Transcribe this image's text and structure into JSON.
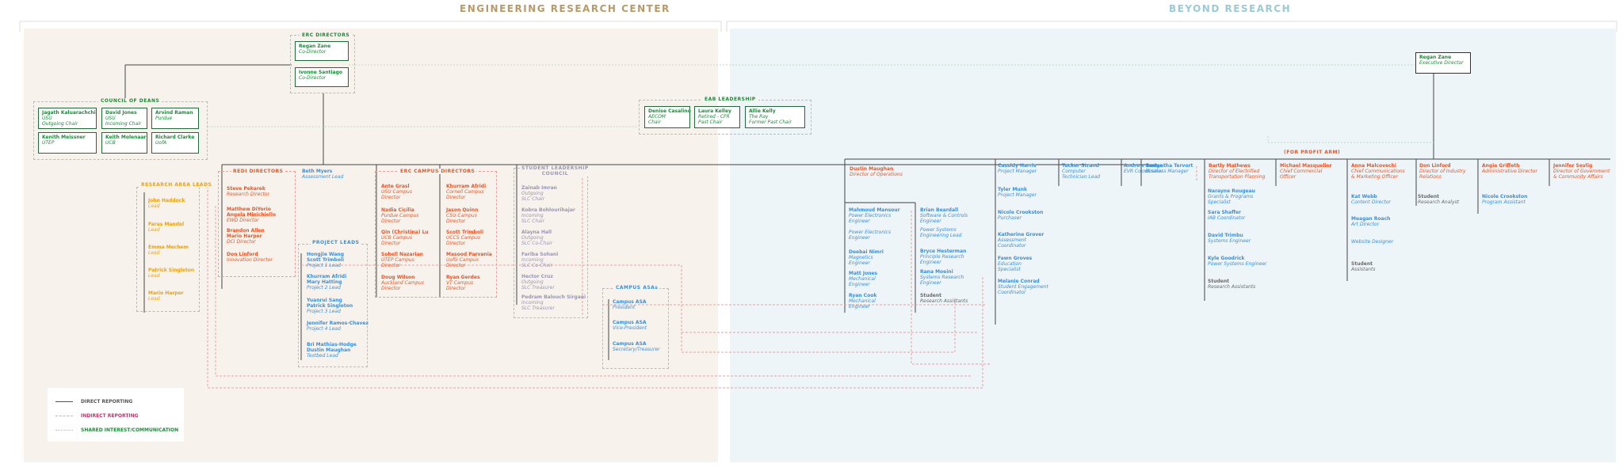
{
  "titles": {
    "left": "ENGINEERING RESEARCH CENTER",
    "right": "BEYOND RESEARCH"
  },
  "erc_directors": {
    "label": "ERC DIRECTORS",
    "members": [
      {
        "name": "Regan Zane",
        "role": "Co-Director"
      },
      {
        "name": "Ivonne Santiago",
        "role": "Co-Director"
      }
    ]
  },
  "council_of_deans": {
    "label": "COUNCIL OF DEANS",
    "members": [
      {
        "name": "Jagath Kaluarachchi",
        "role": "USU",
        "role2": "Outgoing Chair"
      },
      {
        "name": "David Jones",
        "role": "USU",
        "role2": "Incoming Chair"
      },
      {
        "name": "Arvind Raman",
        "role": "Purdue",
        "role2": ""
      },
      {
        "name": "Kenith Meissner",
        "role": "UTEP",
        "role2": ""
      },
      {
        "name": "Keith Molenaar",
        "role": "UCB",
        "role2": ""
      },
      {
        "name": "Richard Clarke",
        "role": "UofA",
        "role2": ""
      }
    ]
  },
  "eab_leadership": {
    "label": "EAB LEADERSHIP",
    "members": [
      {
        "name": "Denise Casalino",
        "role": "AECOM",
        "role2": "Chair"
      },
      {
        "name": "Laura Kelley",
        "role": "Retired - CFR",
        "role2": "Past Chair"
      },
      {
        "name": "Allie Kelly",
        "role": "The Ray",
        "role2": "Former Past Chair"
      }
    ]
  },
  "assessment": {
    "name": "Beth Myers",
    "role": "Assessment Lead"
  },
  "research_area_leads": {
    "label": "RESEARCH AREA LEADS",
    "members": [
      {
        "name": "John Haddock",
        "role": "Lead"
      },
      {
        "name": "Faras Mandel",
        "role": "Lead"
      },
      {
        "name": "Emma Mechem",
        "role": "Lead"
      },
      {
        "name": "Patrick Singleton",
        "role": "Lead"
      },
      {
        "name": "Mario Harper",
        "role": "Lead"
      }
    ]
  },
  "redi_directors": {
    "label": "REDI DIRECTORS",
    "members": [
      {
        "name": "Steve Pekarek",
        "role": "Research Director"
      },
      {
        "name": "Matthew DiYorio\nAngela Minichiello",
        "role": "EWD Director"
      },
      {
        "name": "Brandon Allen\nMario Harper",
        "role": "DCI Director"
      },
      {
        "name": "Don Linford",
        "role": "Innovation Director"
      }
    ]
  },
  "project_leads": {
    "label": "PROJECT LEADS",
    "members": [
      {
        "name": "Hongjie Wang\nScott Trimboli",
        "role": "Project 1 Lead"
      },
      {
        "name": "Khurram Afridi\nMary Hatting",
        "role": "Project 2 Lead"
      },
      {
        "name": "Yuanrui Sang\nPatrick Singleton",
        "role": "Project 3 Lead"
      },
      {
        "name": "Jennifer Ramos-Chavez",
        "role": "Project 4 Lead"
      },
      {
        "name": "Bri Mathias-Hodge\nDustin Maughan",
        "role": "Testbed Lead"
      }
    ]
  },
  "campus_directors": {
    "label": "ERC CAMPUS DIRECTORS",
    "col1": [
      {
        "name": "Ante Grasl",
        "role": "USU Campus\nDirector"
      },
      {
        "name": "Nadia Cicilia",
        "role": "Purdue Campus\nDirector"
      },
      {
        "name": "Qin (Christina) Lu",
        "role": "UCB Campus\nDirector"
      },
      {
        "name": "Sohell Nazarian",
        "role": "UTEP Campus\nDirector"
      },
      {
        "name": "Doug Wilson",
        "role": "Auckland Campus\nDirector"
      }
    ],
    "col2": [
      {
        "name": "Khurram Afridi",
        "role": "Cornell Campus\nDirector"
      },
      {
        "name": "Jason Quinn",
        "role": "CSU Campus\nDirector"
      },
      {
        "name": "Scott Trimboli",
        "role": "UCCS Campus\nDirector"
      },
      {
        "name": "Masood Parvania",
        "role": "UofU Campus\nDirector"
      },
      {
        "name": "Ryan Gerdes",
        "role": "VT Campus\nDirector"
      }
    ]
  },
  "slc": {
    "label": "STUDENT LEADERSHIP\nCOUNCIL",
    "members": [
      {
        "name": "Zainab Imran",
        "role": "Outgoing\nSLC Chair"
      },
      {
        "name": "Kobra Bohlourihajar",
        "role": "Incoming\nSLC Chair"
      },
      {
        "name": "Alayna Hall",
        "role": "Outgoing\nSLC Co-Chair"
      },
      {
        "name": "Fariba Sohani",
        "role": "Incoming\nSLC Co-Chair"
      },
      {
        "name": "Hector Cruz",
        "role": "Outgoing\nSLC Treasurer"
      },
      {
        "name": "Pedram Balouch Sirgani",
        "role": "Incoming\nSLC Treasurer"
      }
    ]
  },
  "campus_asas": {
    "label": "CAMPUS ASAs",
    "members": [
      {
        "name": "Campus ASA",
        "role": "President"
      },
      {
        "name": "Campus ASA",
        "role": "Vice-President"
      },
      {
        "name": "Campus ASA",
        "role": "Secretary/Treasurer"
      }
    ]
  },
  "exec": {
    "name": "Regan Zane",
    "role": "Executive Director"
  },
  "ops": {
    "name": "Dustin Maughan",
    "role": "Director of Operations"
  },
  "business_manager": {
    "name": "Samantha Tervort",
    "role": "Business Manager"
  },
  "ops_col1": [
    {
      "name": "Mahmoud Mansour",
      "role": "Power Electronics\nEngineer"
    },
    {
      "name": "",
      "role": "Power Electronics\nEngineer"
    },
    {
      "name": "Deebai Nimri",
      "role": "Magnetics\nEngineer"
    },
    {
      "name": "Matt Jones",
      "role": "Mechanical\nEngineer"
    },
    {
      "name": "Ryan Cook",
      "role": "Mechanical\nEngineer"
    }
  ],
  "ops_col2": [
    {
      "name": "Brian Beardall",
      "role": "Software & Controls\nEngineer"
    },
    {
      "name": "",
      "role": "Power Systems\nEngineering Lead"
    },
    {
      "name": "Bryce Hesterman",
      "role": "Principle Research\nEngineer"
    },
    {
      "name": "Rana Moeini",
      "role": "Systems Research\nEngineer"
    },
    {
      "name": "Student",
      "role": "Research Assistants"
    }
  ],
  "ops_col3": [
    {
      "name": "Cassidy Harris",
      "role": "Project Manager"
    },
    {
      "name": "Tyler Munk",
      "role": "Project Manager"
    },
    {
      "name": "Nicole Crookston",
      "role": "Purchaser"
    },
    {
      "name": "Katherine Grover",
      "role": "Assessment\nCoordinator"
    },
    {
      "name": "Fawn Groves",
      "role": "Education\nSpecialist"
    },
    {
      "name": "Melanie Conrad",
      "role": "Student Engagement\nCoordinator"
    }
  ],
  "tucker": {
    "name": "Tucker Strand",
    "role": "Computer\nTechnician Lead"
  },
  "andrew": {
    "name": "Andrew Budge",
    "role": "EVR Coordinator"
  },
  "for_profit": {
    "label": "(FOR PROFIT ARM)"
  },
  "bartly": {
    "name": "Bartly Mathews",
    "role": "Director of Electrified\nTransportation Planning"
  },
  "michael": {
    "name": "Michael Masquelier",
    "role": "Chief Commercial\nOfficer"
  },
  "bartly_col": [
    {
      "name": "Narayne Rougeau",
      "role": "Grants & Programs\nSpecialist"
    },
    {
      "name": "Sara Shaffer",
      "role": "IAB Coordinator"
    },
    {
      "name": "David Trimbu",
      "role": "Systems Engineer"
    },
    {
      "name": "Kyle Goodrick",
      "role": "Power Systems Engineer"
    },
    {
      "name": "Student",
      "role": "Research Assistants"
    }
  ],
  "anna": {
    "name": "Anna Malcovechi",
    "role": "Chief Communications\n& Marketing Officer"
  },
  "anna_col": [
    {
      "name": "Kat Webb",
      "role": "Content Director"
    },
    {
      "name": "Meagan Roach",
      "role": "Art Director"
    },
    {
      "name": "",
      "role": "Website Designer"
    },
    {
      "name": "Student",
      "role": "Assistants"
    }
  ],
  "don": {
    "name": "Don Linford",
    "role": "Director of Industry\nRelations"
  },
  "don_col": [
    {
      "name": "Student",
      "role": "Research Analyst"
    }
  ],
  "angie": {
    "name": "Angie Griffeth",
    "role": "Administrative Director"
  },
  "angie_col": [
    {
      "name": "Nicole Crookston",
      "role": "Program Assistant"
    }
  ],
  "jennifer": {
    "name": "Jennifer Sevlig",
    "role": "Director of Government\n& Community Affairs"
  },
  "legend": {
    "direct": "DIRECT REPORTING",
    "indirect": "INDIRECT REPORTING",
    "shared": "SHARED INTEREST/COMMUNICATION"
  },
  "colors": {
    "green": "#1d8a3a",
    "orange": "#e6a219",
    "red": "#e2572a",
    "blue": "#3b8fd8",
    "grayviolet": "#9a95b3",
    "leftTitle": "#b79a6a",
    "rightTitle": "#9cc9d6"
  }
}
